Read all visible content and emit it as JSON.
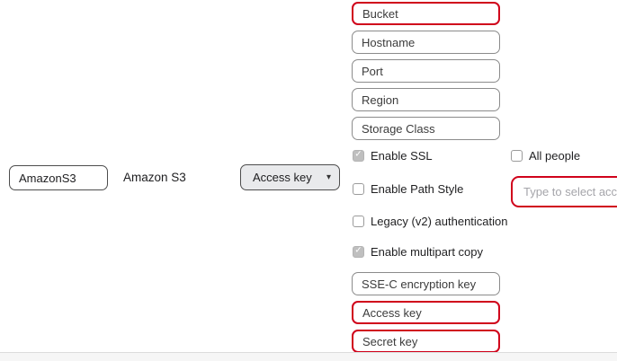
{
  "colors": {
    "error": "#d0021b",
    "field-border": "#8b8b8b",
    "dark-border": "#4d4d4d",
    "field-text": "#3c3c3c",
    "muted-placeholder": "#a5a5aa",
    "dropdown-bg": "#e9eaec",
    "checkbox-checked-bg": "#bfbfbf",
    "divider": "#dcdcdc",
    "footer-bg": "#f6f6f6"
  },
  "icons": {
    "caret": "▾",
    "check": "✓"
  },
  "profile": {
    "name_value": "AmazonS3",
    "protocol_label": "Amazon S3"
  },
  "auth_dropdown": {
    "selected": "Access key"
  },
  "connection_fields": [
    {
      "placeholder": "Bucket",
      "error": true
    },
    {
      "placeholder": "Hostname",
      "error": false
    },
    {
      "placeholder": "Port",
      "error": false
    },
    {
      "placeholder": "Region",
      "error": false
    },
    {
      "placeholder": "Storage Class",
      "error": false
    }
  ],
  "options": [
    {
      "label": "Enable SSL",
      "checked": true
    },
    {
      "label": "Enable Path Style",
      "checked": false
    },
    {
      "label": "Legacy (v2) authentication",
      "checked": false
    },
    {
      "label": "Enable multipart copy",
      "checked": true
    }
  ],
  "credential_fields": [
    {
      "placeholder": "SSE-C encryption key",
      "error": false
    },
    {
      "placeholder": "Access key",
      "error": true
    },
    {
      "placeholder": "Secret key",
      "error": true
    }
  ],
  "sharing": {
    "all_people_label": "All people",
    "account_input_placeholder": "Type to select acco"
  }
}
